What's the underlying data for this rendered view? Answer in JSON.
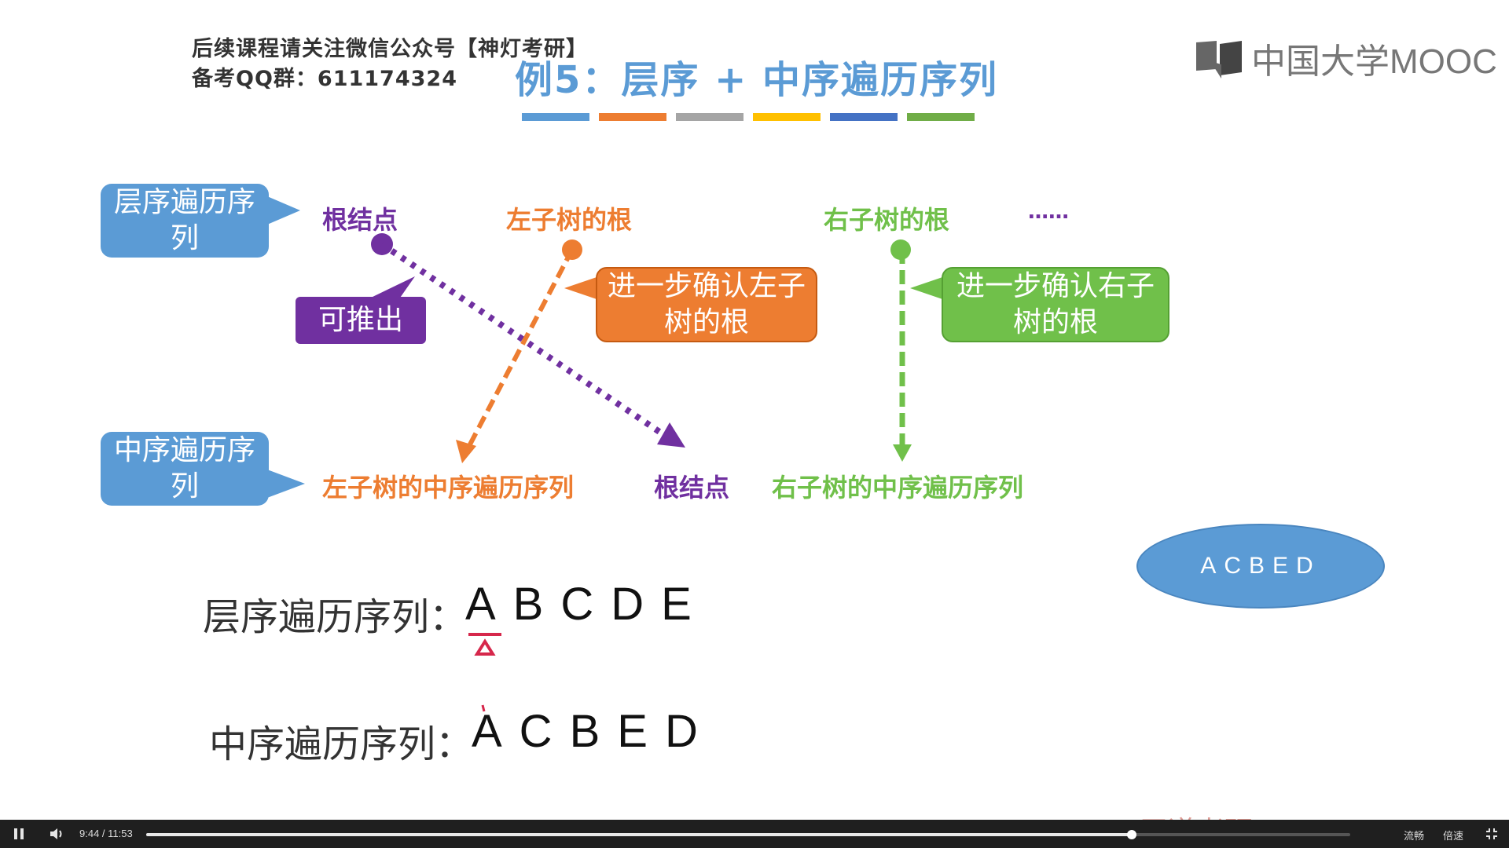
{
  "header": {
    "wechat_line": "后续课程请关注微信公众号【神灯考研】",
    "qq_line": "备考QQ群：611174324",
    "title": "例5：层序 + 中序遍历序列",
    "logo_text": "中国大学MOOC",
    "strip_colors": [
      "#5b9bd5",
      "#ed7d31",
      "#a5a5a5",
      "#ffc000",
      "#4472c4",
      "#70ad47"
    ]
  },
  "diagram": {
    "level_box": "层序遍历序列",
    "inorder_box": "中序遍历序列",
    "root_label_top": "根结点",
    "left_root_label": "左子树的根",
    "right_root_label": "右子树的根",
    "ellipsis": "……",
    "derive_label": "可推出",
    "confirm_left": "进一步确认左子树的根",
    "confirm_right": "进一步确认右子树的根",
    "left_inorder_label": "左子树的中序遍历序列",
    "root_label_bottom": "根结点",
    "right_inorder_label": "右子树的中序遍历序列"
  },
  "sequences": {
    "level_label": "层序遍历序列：",
    "level_letters": "ABCDE",
    "inorder_label": "中序遍历序列：",
    "inorder_letters": "ACBED"
  },
  "oval_text": "ACBED",
  "site_mark": "王道考研/CSKAOYAN.COM",
  "player": {
    "pause_icon": "pause-icon",
    "volume_icon": "volume-icon",
    "current_time": "9:44",
    "duration": "11:53",
    "time_display": "9:44 / 11:53",
    "progress_fraction": 0.8187,
    "quality_label": "流畅",
    "speed_label": "倍速",
    "fullscreen_icon": "exit-fullscreen-icon"
  }
}
